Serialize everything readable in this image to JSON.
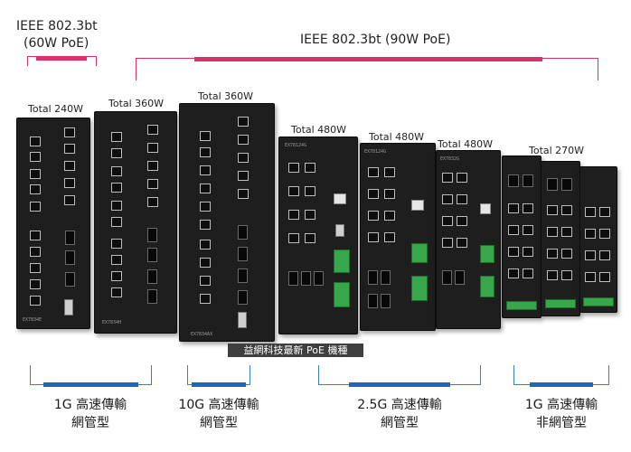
{
  "standards": {
    "left": {
      "line1": "IEEE 802.3bt",
      "line2": "(60W PoE)"
    },
    "right": {
      "label": "IEEE 802.3bt (90W PoE)"
    }
  },
  "devices": [
    {
      "total": "Total 240W",
      "model": "EX7834E"
    },
    {
      "total": "Total 360W",
      "model": "EX7834H"
    },
    {
      "total": "Total 360W",
      "model": "EX7834AX"
    },
    {
      "total": "Total 480W",
      "model": "EX78124G"
    },
    {
      "total": "Total 480W",
      "model": "EX78124G"
    },
    {
      "total": "Total 480W",
      "model": "EX7832G"
    },
    {
      "total": "Total 270W",
      "model": ""
    }
  ],
  "banner": "益網科技最新 PoE 機種",
  "categories": [
    {
      "line1": "1G 高速傳輸",
      "line2": "網管型"
    },
    {
      "line1": "10G 高速傳輸",
      "line2": "網管型"
    },
    {
      "line1": "2.5G 高速傳輸",
      "line2": "網管型"
    },
    {
      "line1": "1G 高速傳輸",
      "line2": "非網管型"
    }
  ],
  "colors": {
    "poe_accent": "#d6336c",
    "category_accent": "#2563b6",
    "device_body": "#1e1e1e",
    "terminal_green": "#38a64a"
  }
}
